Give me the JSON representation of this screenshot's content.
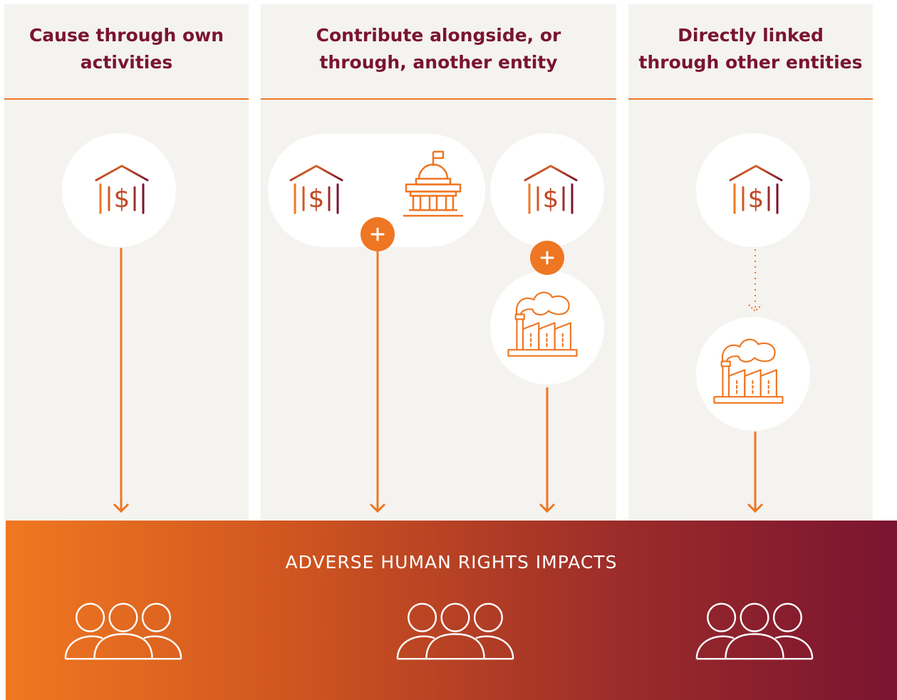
{
  "columns": [
    {
      "heading": "Cause through own activities"
    },
    {
      "heading": "Contribute alongside, or through, another entity"
    },
    {
      "heading": "Directly linked through other entities"
    }
  ],
  "banner": {
    "title": "ADVERSE HUMAN RIGHTS IMPACTS"
  },
  "colors": {
    "accent": "#ef7622",
    "maroon": "#7a1430",
    "panel": "#f4f3f0"
  },
  "icons": [
    "bank-icon",
    "government-building-icon",
    "factory-icon",
    "people-group-icon",
    "plus-icon",
    "arrow-down-icon"
  ]
}
